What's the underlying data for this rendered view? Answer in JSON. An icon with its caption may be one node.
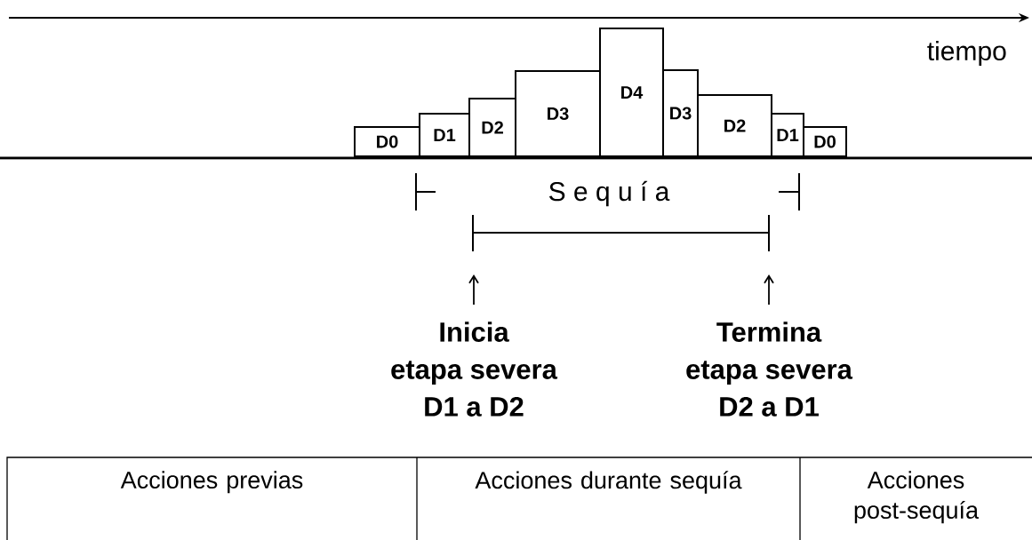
{
  "diagram": {
    "nodes": [
      {
        "text": [
          "D0"
        ]
      },
      {
        "text": [
          "D1"
        ]
      },
      {
        "text": [
          "D2"
        ]
      },
      {
        "text": [
          "D3"
        ]
      },
      {
        "text": [
          "D4"
        ]
      },
      {
        "text": [
          "D3"
        ]
      },
      {
        "text": [
          "D2"
        ]
      },
      {
        "text": [
          "D1"
        ]
      },
      {
        "text": [
          "D0"
        ]
      },
      {
        "text": [
          "Inicia",
          "etapa severa D1 a D2"
        ]
      },
      {
        "text": [
          "Termina",
          "etapa severa D2 a D1"
        ]
      }
    ],
    "edges": [
      {
        "from": 9,
        "to": null,
        "arrow": "to"
      },
      {
        "from": 10,
        "to": null,
        "arrow": "to"
      }
    ],
    "labels": [
      "tiempo",
      "S e q u í a",
      "Acciones previas",
      "Acciones durante sequía",
      "Acciones post-sequía"
    ]
  }
}
